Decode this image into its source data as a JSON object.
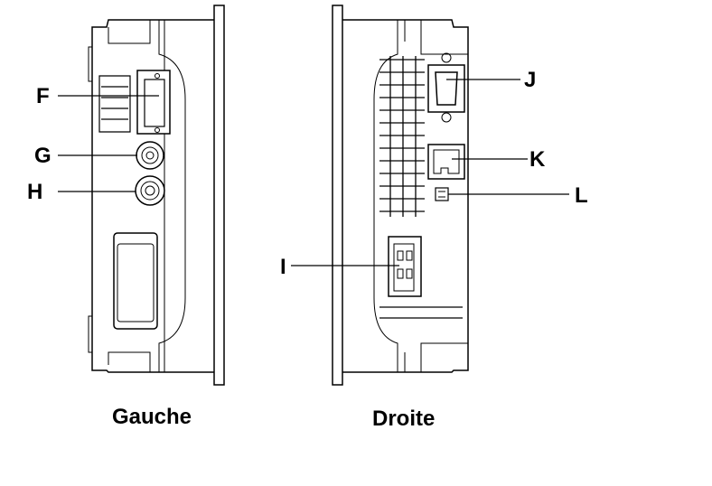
{
  "callouts": {
    "f": "F",
    "g": "G",
    "h": "H",
    "i": "I",
    "j": "J",
    "k": "K",
    "l": "L"
  },
  "captions": {
    "left": "Gauche",
    "right": "Droite"
  }
}
